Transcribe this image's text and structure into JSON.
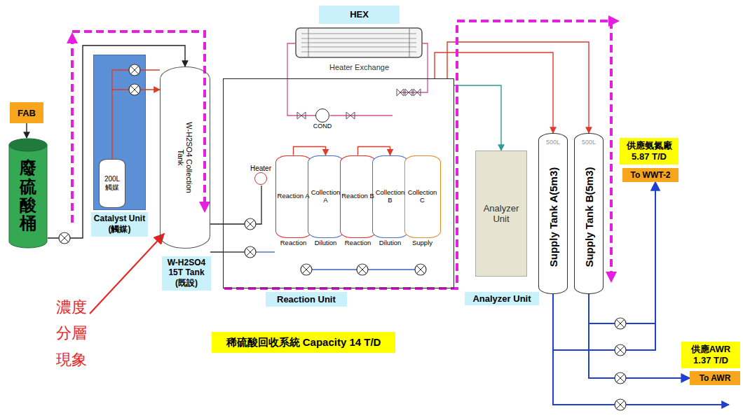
{
  "diagram": {
    "nodes": [
      {
        "text": [
          "FAB"
        ]
      },
      {
        "text": [
          "廢硫酸桶"
        ]
      },
      {
        "text": [
          "Catalyst Unit (觸媒)"
        ]
      },
      {
        "text": [
          "200L 觸媒"
        ],
        "in": 2
      },
      {
        "text": [
          "W-H2SO4 Collection Tank",
          "W-H2SO4 15T Tank (既設)"
        ]
      },
      {
        "text": [
          "HEX",
          "Heater Exchange"
        ]
      },
      {
        "text": [
          "Reaction Unit"
        ]
      },
      {
        "text": [
          "COND"
        ],
        "in": 6
      },
      {
        "text": [
          "Heater"
        ],
        "in": 6
      },
      {
        "text": [
          "Reaction A",
          "Reaction"
        ],
        "in": 6
      },
      {
        "text": [
          "Collection A",
          "Dilution"
        ],
        "in": 6
      },
      {
        "text": [
          "Reaction B",
          "Reaction"
        ],
        "in": 6
      },
      {
        "text": [
          "Collection B",
          "Dilution"
        ],
        "in": 6
      },
      {
        "text": [
          "Collection C",
          "Supply"
        ],
        "in": 6
      },
      {
        "text": [
          "Analyzer Unit",
          "Analyzer Unit"
        ]
      },
      {
        "text": [
          "Supply Tank A(5m3)",
          "500L"
        ]
      },
      {
        "text": [
          "Supply Tank B(5m3)",
          "500L"
        ]
      },
      {
        "text": [
          "供應氨氮廠 5.87 T/D"
        ]
      },
      {
        "text": [
          "To WWT-2"
        ]
      },
      {
        "text": [
          "稀硫酸回收系統 Capacity 14 T/D"
        ]
      },
      {
        "text": [
          "供應AWR 1.37 T/D"
        ]
      },
      {
        "text": [
          "To AWR"
        ]
      }
    ],
    "edges": [
      {
        "from": 0,
        "to": 1,
        "arrow": "to"
      },
      {
        "from": 1,
        "to": 4,
        "arrow": "to"
      },
      {
        "from": 3,
        "to": 4,
        "arrow": "to"
      },
      {
        "from": 4,
        "to": 6,
        "arrow": "none"
      },
      {
        "from": 6,
        "to": 14,
        "arrow": "to"
      },
      {
        "from": 6,
        "to": 15,
        "arrow": "to"
      },
      {
        "from": 6,
        "to": 16,
        "arrow": "to"
      },
      {
        "from": 9,
        "to": 10,
        "arrow": "to"
      },
      {
        "from": 11,
        "to": 12,
        "arrow": "to"
      },
      {
        "from": 15,
        "to": 18,
        "arrow": "to"
      },
      {
        "from": 16,
        "to": 18,
        "arrow": "to"
      },
      {
        "from": 16,
        "to": 21,
        "arrow": "to"
      }
    ],
    "labels": [
      "濃度分層現象"
    ]
  }
}
